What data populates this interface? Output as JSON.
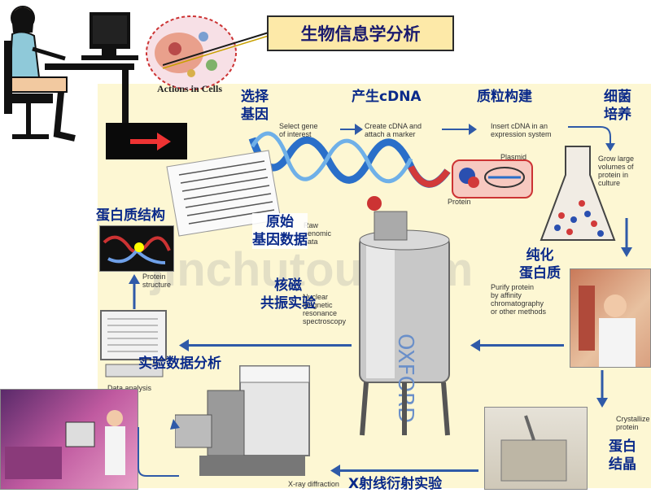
{
  "title": "生物信息学分析",
  "cell_caption": "Actions in Cells",
  "steps": {
    "select_gene": "选择\n基因",
    "cdna": "产生cDNA",
    "plasmid": "质粒构建",
    "bacteria": "细菌\n培养",
    "purify": "纯化\n蛋白质",
    "crystal": "蛋白\n结晶",
    "xray": "X射线衍射实验",
    "analysis": "实验数据分析",
    "structure": "蛋白质结构",
    "raw_data": "原始\n基因数据",
    "nmr": "核磁\n共振实验"
  },
  "en_labels": {
    "select": "Select gene\nof interest",
    "create": "Create cDNA and\nattach a marker",
    "insert": "Insert cDNA in an\nexpression system",
    "plasmid": "Plasmid",
    "protein": "Protein",
    "grow": "Grow large\nvolumes of\nprotein in\nculture",
    "raw": "Raw\ngenomic\ndata",
    "protein_structure": "Protein\nstructure",
    "nmr": "Nuclear\nmagnetic\nresonance\nspectroscopy",
    "purify": "Purify protein\nby affinity\nchromatography\nor other methods",
    "data_analysis": "Data analysis",
    "crystallize": "Crystallize\nprotein",
    "xray": "X-ray diffraction"
  },
  "watermark": "jinchutou.com"
}
